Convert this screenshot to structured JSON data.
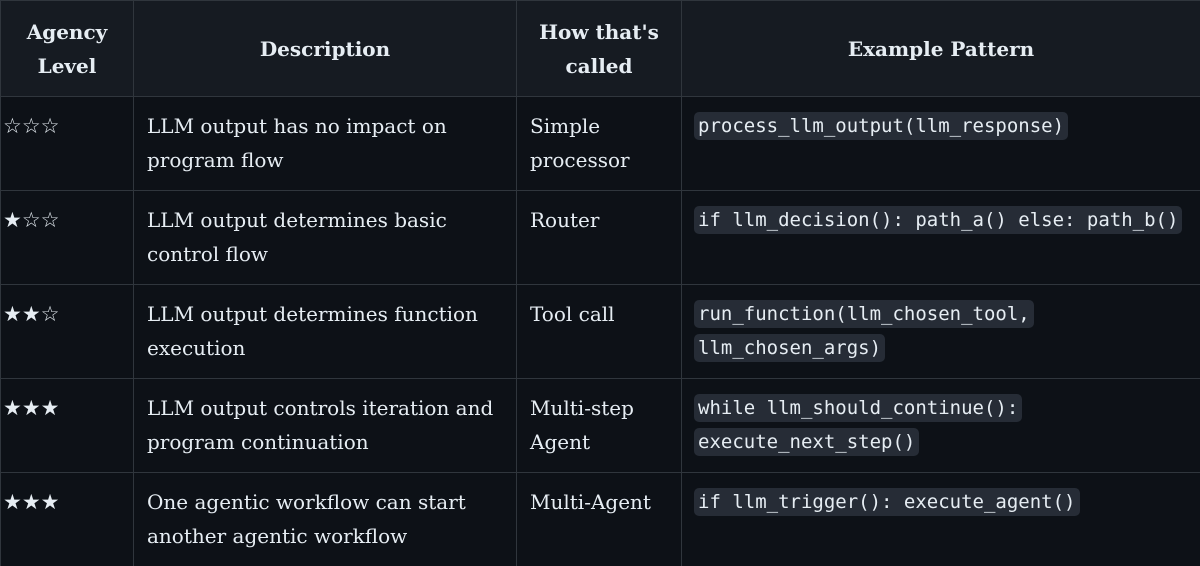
{
  "table": {
    "headers": [
      "Agency Level",
      "Description",
      "How that's called",
      "Example Pattern"
    ],
    "rows": [
      {
        "stars": "☆☆☆",
        "description": "LLM output has no impact on program flow",
        "called": "Simple processor",
        "example": "process_llm_output(llm_response)"
      },
      {
        "stars": "★☆☆",
        "description": "LLM output determines basic control flow",
        "called": "Router",
        "example": "if llm_decision(): path_a() else: path_b()"
      },
      {
        "stars": "★★☆",
        "description": "LLM output determines function execution",
        "called": "Tool call",
        "example": "run_function(llm_chosen_tool, llm_chosen_args)"
      },
      {
        "stars": "★★★",
        "description": "LLM output controls iteration and program continuation",
        "called": "Multi-step Agent",
        "example": "while llm_should_continue(): execute_next_step()"
      },
      {
        "stars": "★★★",
        "description": "One agentic workflow can start another agentic workflow",
        "called": "Multi-Agent",
        "example": "if llm_trigger(): execute_agent()"
      }
    ]
  },
  "colors": {
    "background": "#0d1117",
    "header_background": "#161b22",
    "border": "#30363d",
    "text": "#e6edf3",
    "code_background": "#262c36"
  }
}
